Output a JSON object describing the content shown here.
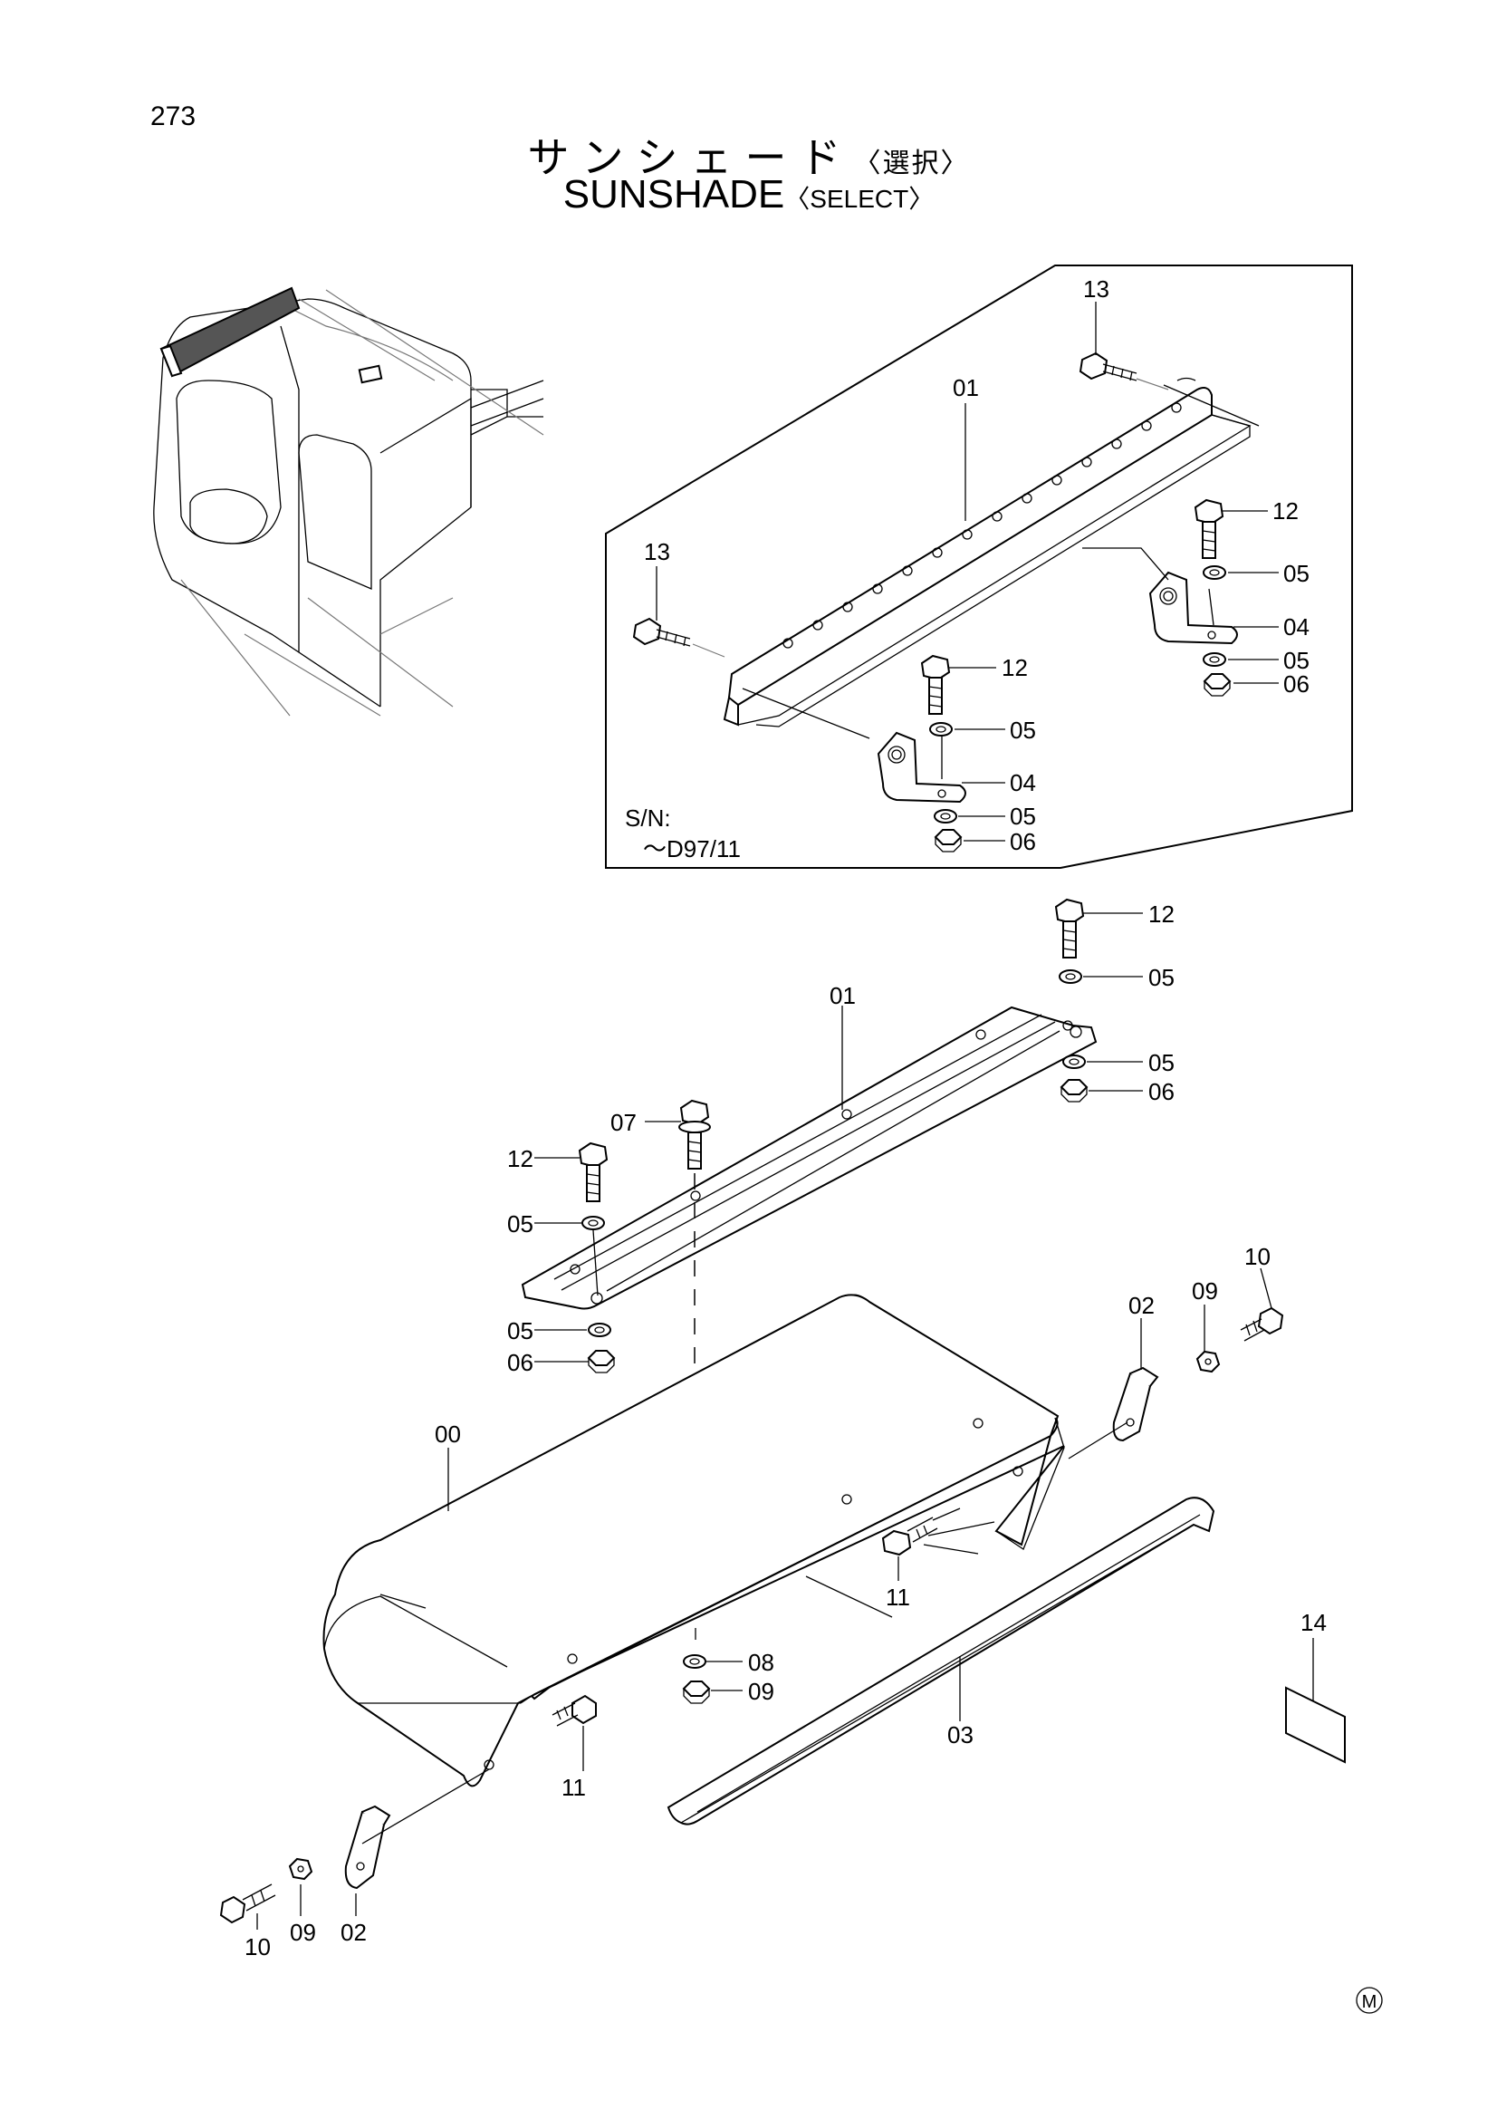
{
  "page": {
    "number": "273"
  },
  "title": {
    "jp": "サンシェード",
    "jp_sub": "〈選択〉",
    "en": "SUNSHADE",
    "en_sub": "〈SELECT〉"
  },
  "inset": {
    "sn_label": "S/N:",
    "sn_range": "～D97/11"
  },
  "maker_mark": "M",
  "callouts": {
    "inset_13a": "13",
    "inset_01": "01",
    "inset_12a": "12",
    "inset_05a": "05",
    "inset_04a": "04",
    "inset_05b": "05",
    "inset_06a": "06",
    "inset_13b": "13",
    "inset_12b": "12",
    "inset_05c": "05",
    "inset_04b": "04",
    "inset_05d": "05",
    "inset_06b": "06",
    "main_12a": "12",
    "main_05a": "05",
    "main_01": "01",
    "main_05b": "05",
    "main_06a": "06",
    "main_07": "07",
    "main_12b": "12",
    "main_05c": "05",
    "main_05d": "05",
    "main_06b": "06",
    "main_00": "00",
    "main_02a": "02",
    "main_09a": "09",
    "main_10a": "10",
    "main_11a": "11",
    "main_14": "14",
    "main_08": "08",
    "main_09b": "09",
    "main_03": "03",
    "main_11b": "11",
    "main_10b": "10",
    "main_09c": "09",
    "main_02b": "02"
  }
}
